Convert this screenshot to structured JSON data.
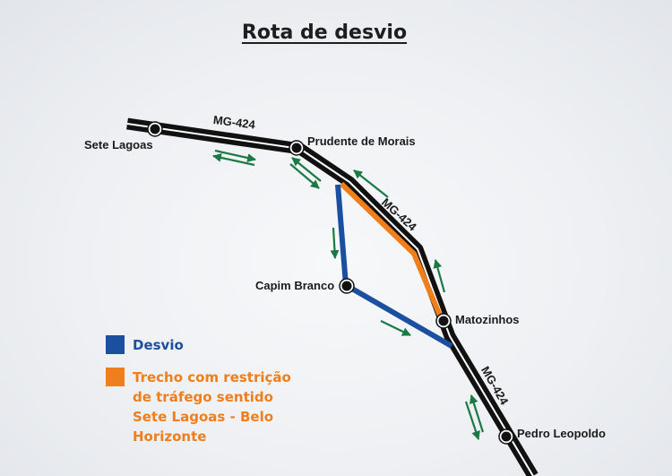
{
  "title": "Rota de desvio",
  "roads": {
    "label_top": "MG-424",
    "label_middle": "MG-424",
    "label_bottom": "MG-424"
  },
  "cities": {
    "sete_lagoas": "Sete Lagoas",
    "prudente": "Prudente de Morais",
    "capim_branco": "Capim Branco",
    "matozinhos": "Matozinhos",
    "pedro_leopoldo": "Pedro Leopoldo"
  },
  "legend": {
    "detour": {
      "label": "Desvio",
      "color": "#1b4f9f"
    },
    "restricted": {
      "label": "Trecho com restrição de tráfego sentido Sete Lagoas - Belo Horizonte",
      "color": "#f07e1a"
    }
  },
  "colors": {
    "road": "#111111",
    "road_stripe": "#ffffff",
    "arrows": "#1a7a44"
  },
  "icons": {
    "city_marker": "city-marker-icon",
    "direction_arrow": "direction-arrow-icon"
  }
}
